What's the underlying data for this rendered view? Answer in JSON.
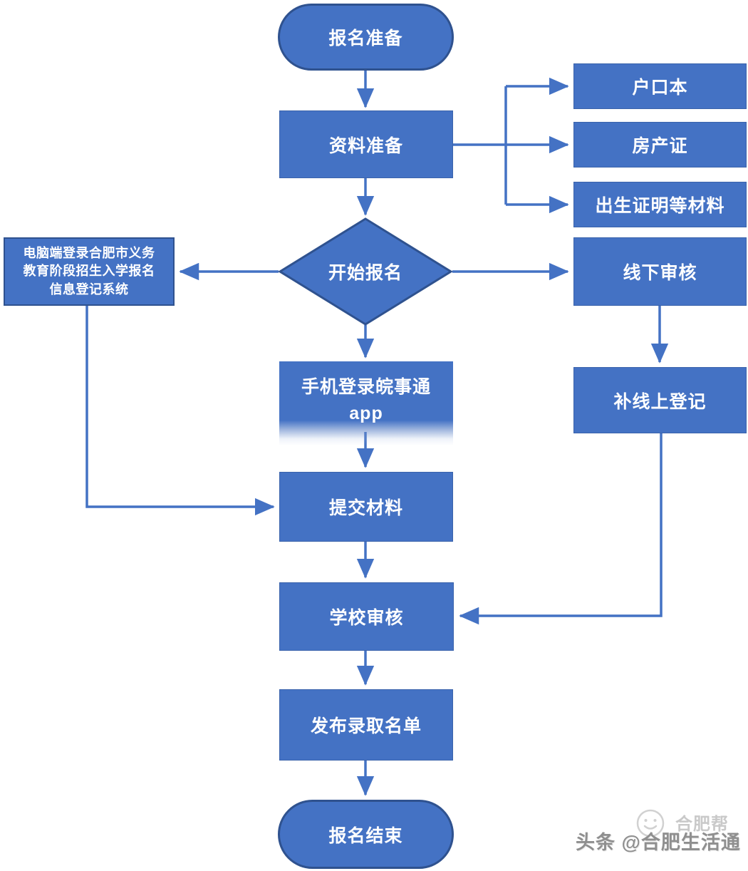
{
  "flowchart": {
    "type": "flowchart",
    "colors": {
      "node_fill": "#4472C4",
      "node_border": "#2F528F",
      "arrow": "#4472C4",
      "node_text": "#FFFFFF"
    },
    "nodes": {
      "start": {
        "label": "报名准备",
        "shape": "terminator"
      },
      "material_prep": {
        "label": "资料准备",
        "shape": "process"
      },
      "hukou_book": {
        "label": "户口本",
        "shape": "process"
      },
      "property_cert": {
        "label": "房产证",
        "shape": "process"
      },
      "birth_cert": {
        "label": "出生证明等材料",
        "shape": "process"
      },
      "begin_register": {
        "label": "开始报名",
        "shape": "decision"
      },
      "pc_system": {
        "label": "电脑端登录合肥市义务教育阶段招生入学报名信息登记系统",
        "shape": "process"
      },
      "offline_review": {
        "label": "线下审核",
        "shape": "process"
      },
      "mobile_app": {
        "label_line1": "手机登录皖事通",
        "label_line2": "app",
        "shape": "process"
      },
      "supplement_online": {
        "label": "补线上登记",
        "shape": "process"
      },
      "submit_materials": {
        "label": "提交材料",
        "shape": "process"
      },
      "school_review": {
        "label": "学校审核",
        "shape": "process"
      },
      "publish_list": {
        "label": "发布录取名单",
        "shape": "process"
      },
      "end": {
        "label": "报名结束",
        "shape": "terminator"
      }
    },
    "edges": [
      {
        "from": "start",
        "to": "material_prep"
      },
      {
        "from": "material_prep",
        "to": "hukou_book"
      },
      {
        "from": "material_prep",
        "to": "property_cert"
      },
      {
        "from": "material_prep",
        "to": "birth_cert"
      },
      {
        "from": "material_prep",
        "to": "begin_register"
      },
      {
        "from": "begin_register",
        "to": "pc_system"
      },
      {
        "from": "begin_register",
        "to": "offline_review"
      },
      {
        "from": "begin_register",
        "to": "mobile_app"
      },
      {
        "from": "offline_review",
        "to": "supplement_online"
      },
      {
        "from": "mobile_app",
        "to": "submit_materials"
      },
      {
        "from": "pc_system",
        "to": "submit_materials"
      },
      {
        "from": "submit_materials",
        "to": "school_review"
      },
      {
        "from": "supplement_online",
        "to": "school_review"
      },
      {
        "from": "school_review",
        "to": "publish_list"
      },
      {
        "from": "publish_list",
        "to": "end"
      }
    ]
  },
  "watermark": {
    "main_text": "头条 @合肥生活通",
    "ghost_text": "合肥帮",
    "logo_icon": "smiley-face-icon",
    "main_color": "#8f8f8f",
    "ghost_color": "#c9c9c9"
  }
}
